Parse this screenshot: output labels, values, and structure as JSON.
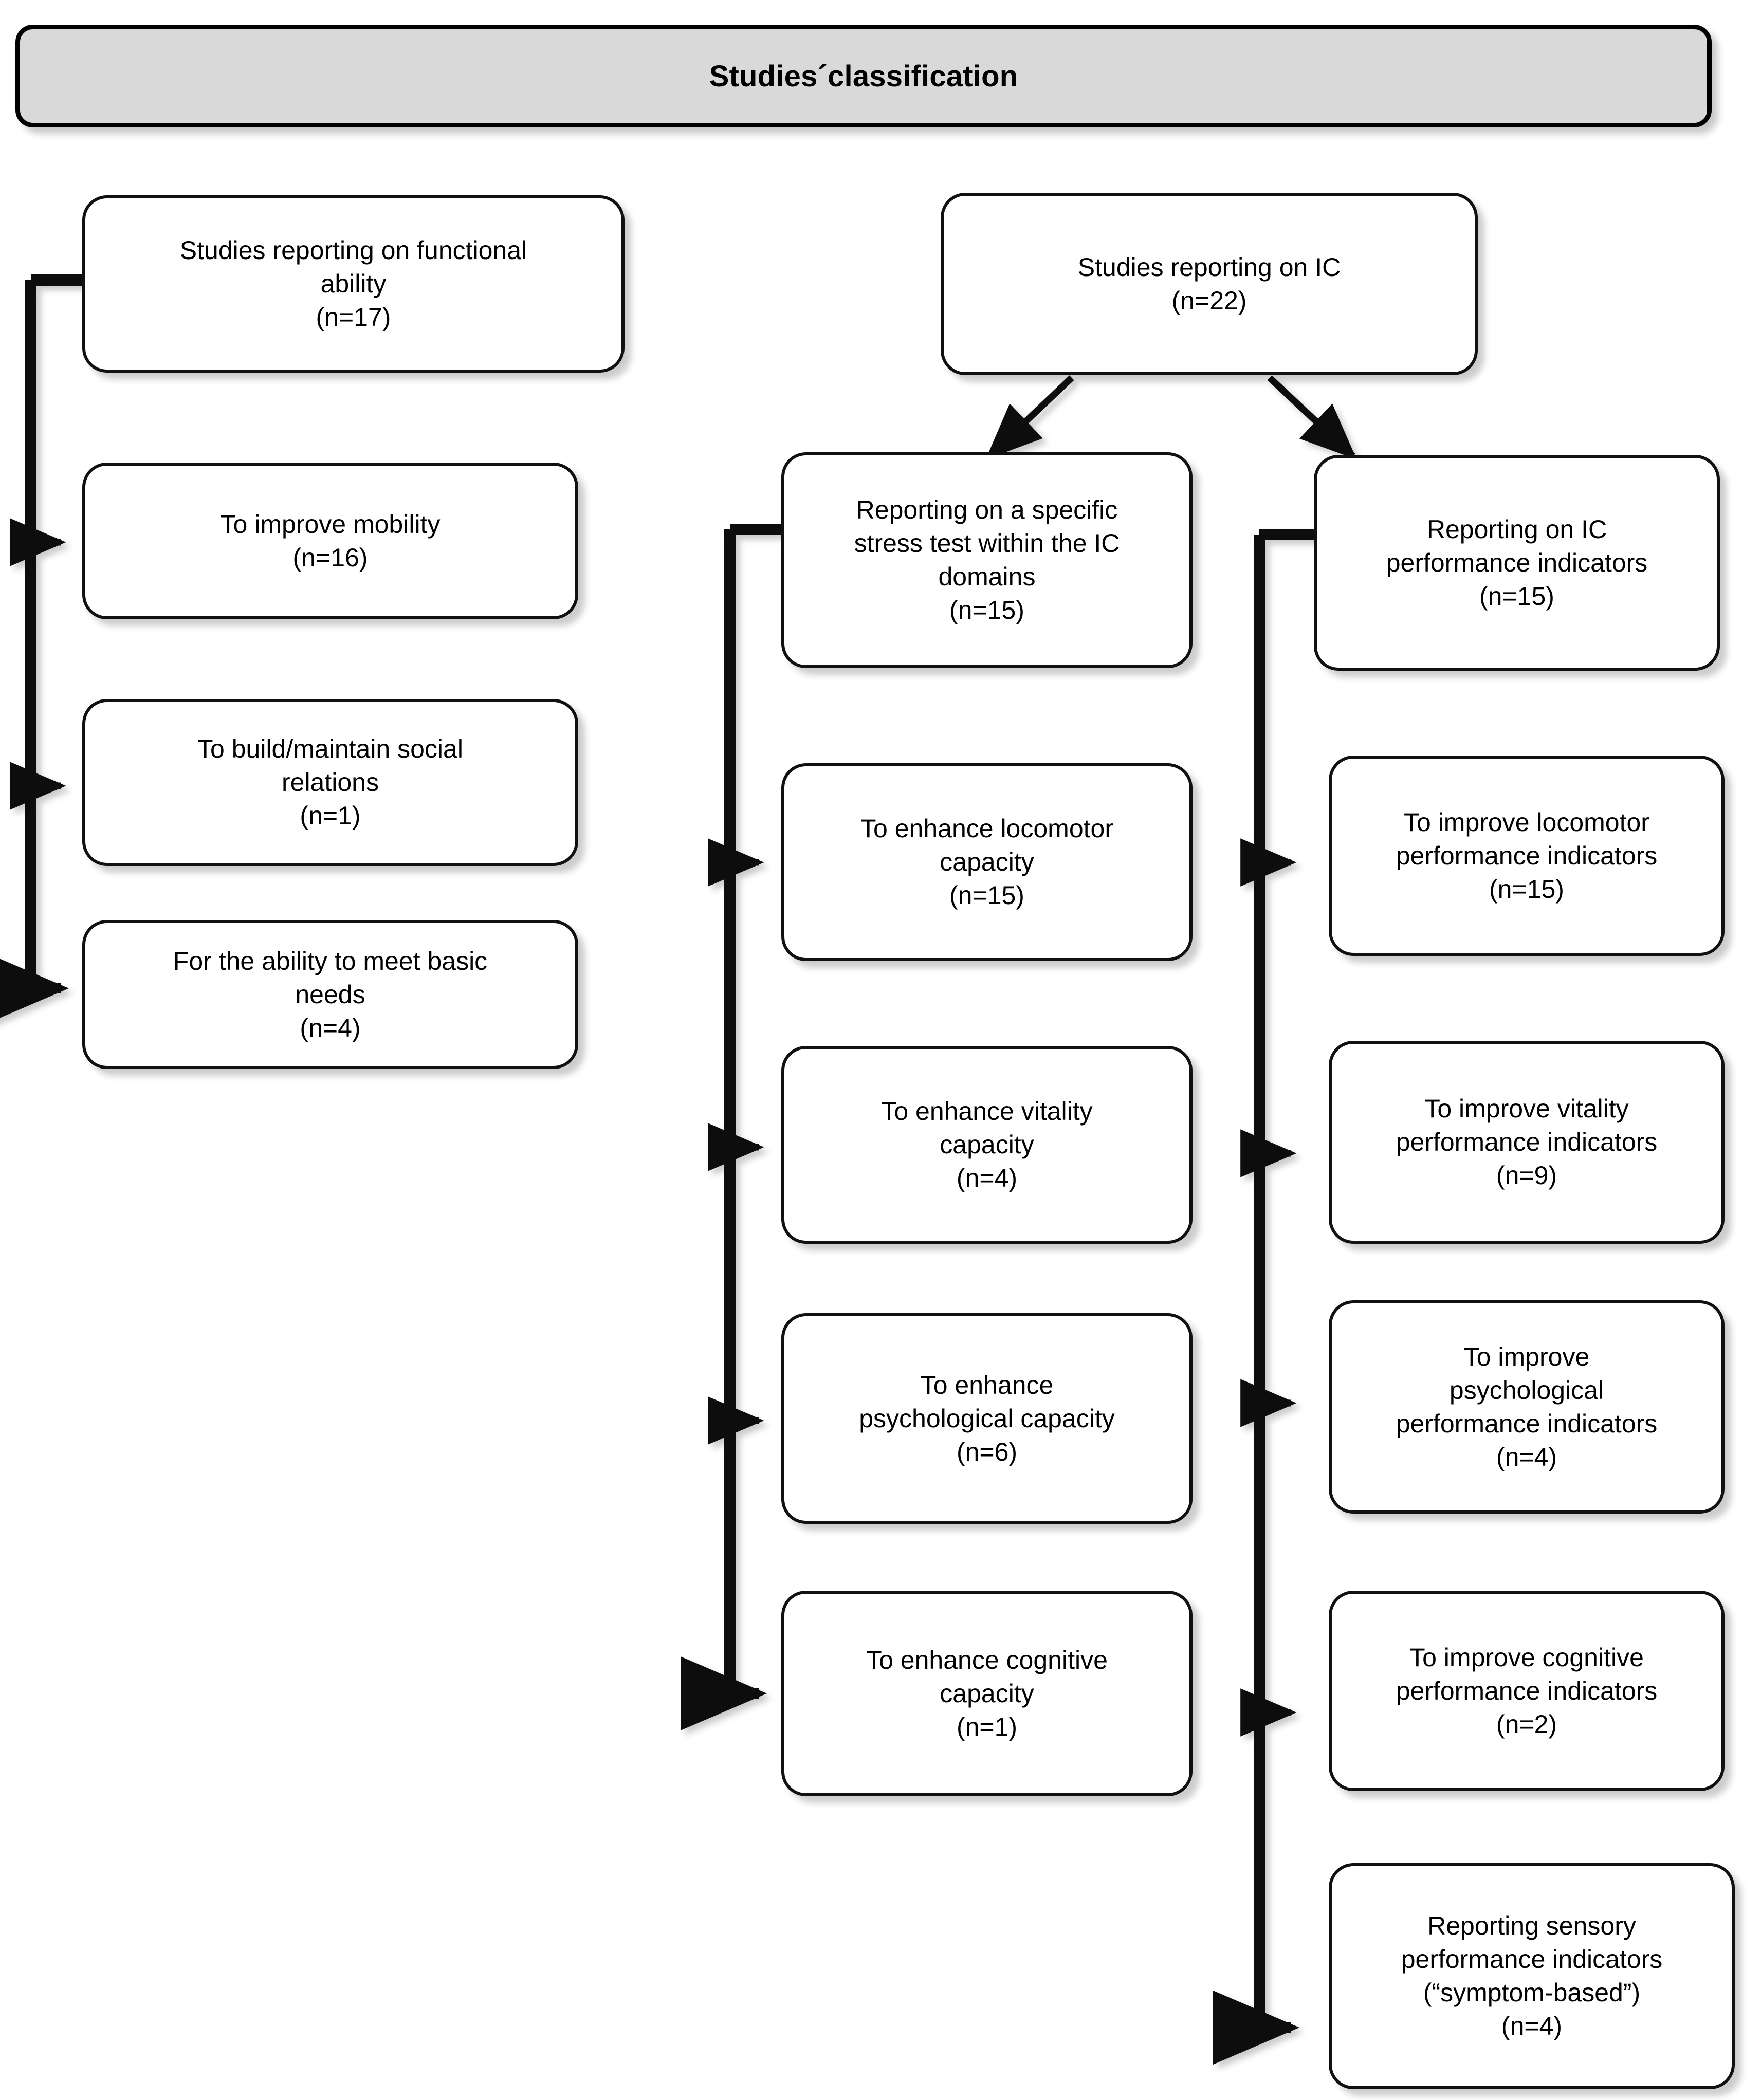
{
  "header": {
    "title": "Studies´classification",
    "background_color": "#d9d9d9",
    "border_color": "#000000"
  },
  "diagram": {
    "type": "flowchart",
    "orientation": "top-down-with-side-branches",
    "columns": [
      {
        "id": "functional-ability",
        "name": "Studies reporting on functional ability",
        "parent_label": "Studies reporting on functional\nability\n(n=17)",
        "children": [
          "To improve mobility\n(n=16)",
          "To build/maintain social\nrelations\n(n=1)",
          "For the ability to meet basic\nneeds\n(n=4)"
        ]
      },
      {
        "id": "ic-stress-test",
        "name": "Reporting on a specific stress test within the IC domains",
        "parent_label": "Reporting on  a specific\nstress test within the IC\ndomains\n(n=15)",
        "children": [
          "To enhance  locomotor\ncapacity\n(n=15)",
          "To enhance vitality\ncapacity\n(n=4)",
          "To enhance\npsychological capacity\n(n=6)",
          "To enhance  cognitive\ncapacity\n(n=1)"
        ]
      },
      {
        "id": "ic-performance-indicators",
        "name": "Reporting on IC performance indicators",
        "parent_label": "Reporting on IC\nperformance  indicators\n(n=15)",
        "children": [
          "To improve locomotor\nperformance  indicators\n(n=15)",
          "To improve vitality\nperformance  indicators\n(n=9)",
          "To improve\npsychological\nperformance  indicators\n(n=4)",
          "To improve cognitive\nperformance  indicators\n(n=2)",
          "Reporting sensory\nperformance  indicators\n(“symptom-based”)\n(n=4)"
        ]
      }
    ],
    "root": {
      "label": "Studies reporting on IC\n(n=22)",
      "count": 22,
      "branches_to": [
        "ic-stress-test",
        "ic-performance-indicators"
      ]
    },
    "nodes": {
      "functional_ability": "Studies reporting on functional\nability\n(n=17)",
      "improve_mobility": "To improve mobility\n(n=16)",
      "social_relations": "To build/maintain social\nrelations\n(n=1)",
      "basic_needs": "For the ability to meet basic\nneeds\n(n=4)",
      "studies_ic": "Studies reporting on IC\n(n=22)",
      "stress_test": "Reporting on  a specific\nstress test within the IC\ndomains\n(n=15)",
      "enhance_locomotor": "To enhance  locomotor\ncapacity\n(n=15)",
      "enhance_vitality": "To enhance vitality\ncapacity\n(n=4)",
      "enhance_psychological": "To enhance\npsychological capacity\n(n=6)",
      "enhance_cognitive": "To enhance  cognitive\ncapacity\n(n=1)",
      "ic_performance": "Reporting on IC\nperformance  indicators\n(n=15)",
      "improve_locomotor": "To improve locomotor\nperformance  indicators\n(n=15)",
      "improve_vitality": "To improve vitality\nperformance  indicators\n(n=9)",
      "improve_psychological": "To improve\npsychological\nperformance  indicators\n(n=4)",
      "improve_cognitive": "To improve cognitive\nperformance  indicators\n(n=2)",
      "sensory_indicators": "Reporting sensory\nperformance  indicators\n(“symptom-based”)\n(n=4)"
    },
    "counts": {
      "functional_ability": 17,
      "improve_mobility": 16,
      "social_relations": 1,
      "basic_needs": 4,
      "studies_ic": 22,
      "stress_test": 15,
      "enhance_locomotor": 15,
      "enhance_vitality": 4,
      "enhance_psychological": 6,
      "enhance_cognitive": 1,
      "ic_performance": 15,
      "improve_locomotor": 15,
      "improve_vitality": 9,
      "improve_psychological": 4,
      "improve_cognitive": 2,
      "sensory_indicators": 4
    }
  }
}
